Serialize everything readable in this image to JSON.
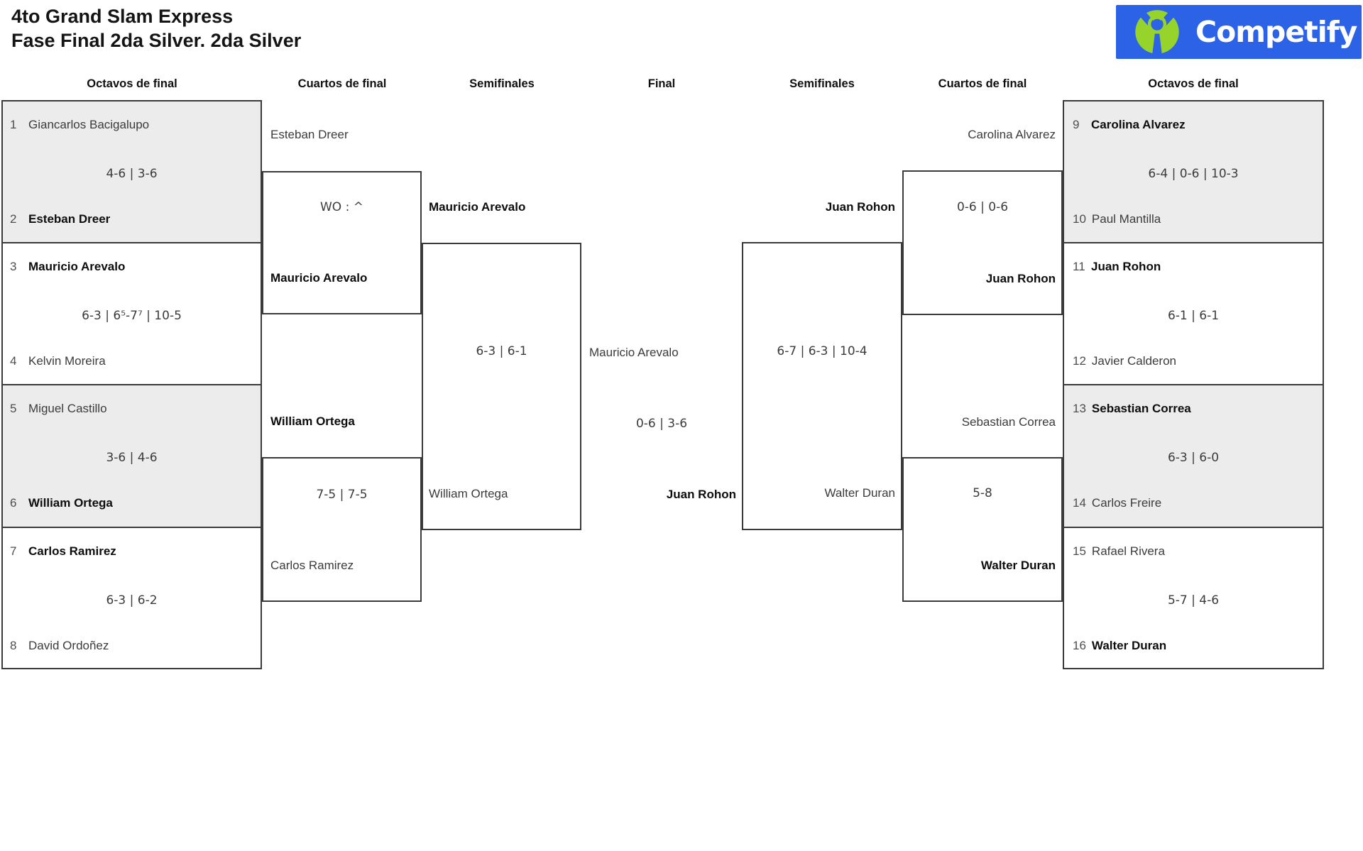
{
  "title": {
    "line1": "4to Grand Slam Express",
    "line2": "Fase Final 2da Silver. 2da Silver"
  },
  "logo": {
    "brand": "Competify"
  },
  "colors": {
    "logo_blue": "#2c62e6",
    "logo_green": "#96d32b",
    "shaded_match": "#ececec",
    "border": "#3a3a3a"
  },
  "rounds": {
    "headers": [
      "Octavos de final",
      "Cuartos de final",
      "Semifinales",
      "Final",
      "Semifinales",
      "Cuartos de final",
      "Octavos de final"
    ]
  },
  "octavos_left": [
    {
      "seed1": "1",
      "player1": "Giancarlos Bacigalupo",
      "score": "4-6 | 3-6",
      "seed2": "2",
      "player2": "Esteban Dreer",
      "winner": "player2"
    },
    {
      "seed1": "3",
      "player1": "Mauricio Arevalo",
      "score": "6-3 | 6⁵-7⁷ | 10-5",
      "seed2": "4",
      "player2": "Kelvin Moreira",
      "winner": "player1"
    },
    {
      "seed1": "5",
      "player1": "Miguel Castillo",
      "score": "3-6 | 4-6",
      "seed2": "6",
      "player2": "William Ortega",
      "winner": "player2"
    },
    {
      "seed1": "7",
      "player1": "Carlos Ramirez",
      "score": "6-3 | 6-2",
      "seed2": "8",
      "player2": "David Ordoñez",
      "winner": "player1"
    }
  ],
  "cuartos_left": [
    {
      "player1": "Esteban Dreer",
      "score": "WO : ^",
      "player2": "Mauricio Arevalo",
      "winner": "player2"
    },
    {
      "player1": "William Ortega",
      "score": "7-5 | 7-5",
      "player2": "Carlos Ramirez",
      "winner": "player1"
    }
  ],
  "semifinales_left": {
    "player1": "Mauricio Arevalo",
    "score": "6-3 | 6-1",
    "player2": "William Ortega",
    "winner": "player1"
  },
  "final": {
    "player1": "Mauricio Arevalo",
    "score": "0-6 | 3-6",
    "player2": "Juan Rohon",
    "winner": "player2"
  },
  "semifinales_right": {
    "player1": "Juan Rohon",
    "score": "6-7 | 6-3 | 10-4",
    "player2": "Walter Duran",
    "winner": "player1"
  },
  "cuartos_right": [
    {
      "player1": "Carolina Alvarez",
      "score": "0-6 | 0-6",
      "player2": "Juan Rohon",
      "winner": "player2"
    },
    {
      "player1": "Sebastian Correa",
      "score": "5-8",
      "player2": "Walter Duran",
      "winner": "player2"
    }
  ],
  "octavos_right": [
    {
      "seed1": "9",
      "player1": "Carolina Alvarez",
      "score": "6-4 | 0-6 | 10-3",
      "seed2": "10",
      "player2": "Paul Mantilla",
      "winner": "player1"
    },
    {
      "seed1": "11",
      "player1": "Juan Rohon",
      "score": "6-1 | 6-1",
      "seed2": "12",
      "player2": "Javier Calderon",
      "winner": "player1"
    },
    {
      "seed1": "13",
      "player1": "Sebastian Correa",
      "score": "6-3 | 6-0",
      "seed2": "14",
      "player2": "Carlos Freire",
      "winner": "player1"
    },
    {
      "seed1": "15",
      "player1": "Rafael Rivera",
      "score": "5-7 | 4-6",
      "seed2": "16",
      "player2": "Walter Duran",
      "winner": "player2"
    }
  ]
}
